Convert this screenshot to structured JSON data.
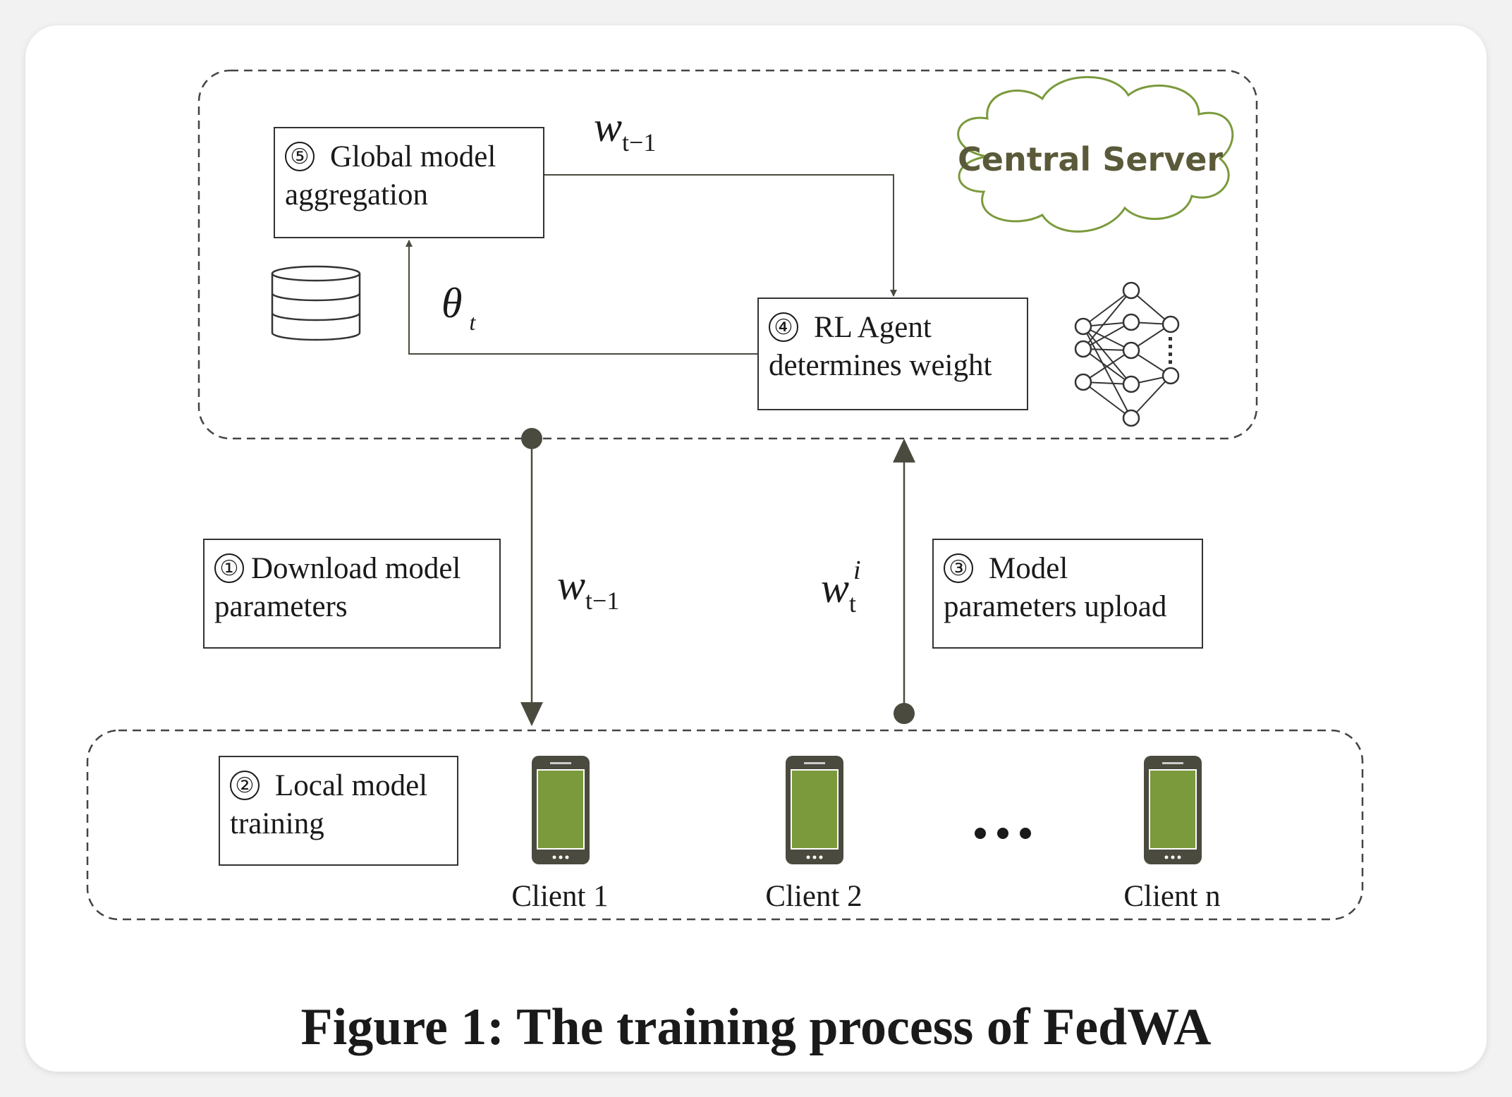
{
  "figure": {
    "caption": "Figure 1: The training process of FedWA"
  },
  "server": {
    "label": "Central Server",
    "label_color": "#5a5a3a",
    "cloud_color": "#7a9a3c"
  },
  "steps": {
    "global_aggregation": {
      "number": "⑤",
      "line1": "Global model",
      "line2": "aggregation"
    },
    "rl_agent": {
      "number": "④",
      "line1": "RL Agent",
      "line2": "determines weight"
    },
    "download": {
      "number": "①",
      "line1": "Download model",
      "line2": "parameters"
    },
    "upload": {
      "number": "③",
      "line1": "Model",
      "line2": "parameters upload"
    },
    "local_training": {
      "number": "②",
      "line1": "Local model",
      "line2": "training"
    }
  },
  "math_labels": {
    "w_prev_top": {
      "base": "w",
      "sub": "t−1"
    },
    "theta": {
      "base": "θ",
      "sub": "t"
    },
    "w_prev_down": {
      "base": "w",
      "sub": "t−1"
    },
    "w_client": {
      "base": "w",
      "sub": "t",
      "sup": "i"
    }
  },
  "clients": {
    "items": [
      {
        "label": "Client 1"
      },
      {
        "label": "Client 2"
      },
      {
        "label": "Client n"
      }
    ],
    "ellipsis": "• • •",
    "screen_color": "#7a9a3c",
    "body_color": "#4a4a3e"
  },
  "colors": {
    "arrow": "#4a4a3e",
    "border": "#333333"
  },
  "icons": [
    "database-icon",
    "neural-network-icon",
    "cloud-icon",
    "smartphone-icon"
  ]
}
